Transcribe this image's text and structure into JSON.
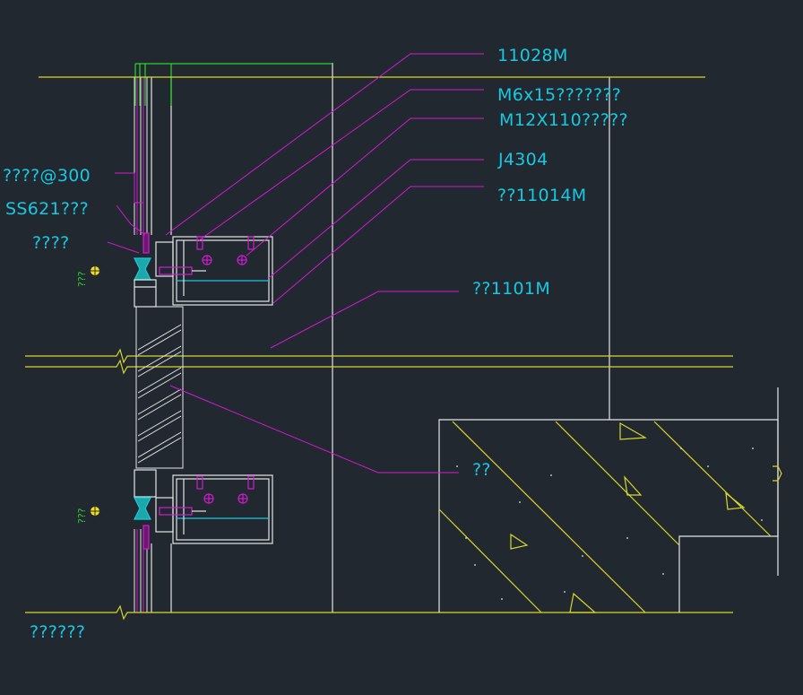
{
  "colors": {
    "background": "#212830",
    "structure": "#e6e6e6",
    "level_line": "#d8d82a",
    "leader": "#d21ad2",
    "text": "#19c8e0",
    "frame": "#2dd12d",
    "marker": "#f0e020"
  },
  "labels": {
    "top_1": "11028M",
    "top_2": "M6x15???????",
    "top_3": "M12X110?????",
    "top_4": "J4304",
    "top_5": "??11014M",
    "mid_1": "??1101M",
    "mid_2": "??",
    "left_1": "????@300",
    "left_2": "SS621???",
    "left_3": "????",
    "bottom": "??????"
  },
  "side_marks": {
    "upper": "???",
    "lower": "???"
  }
}
